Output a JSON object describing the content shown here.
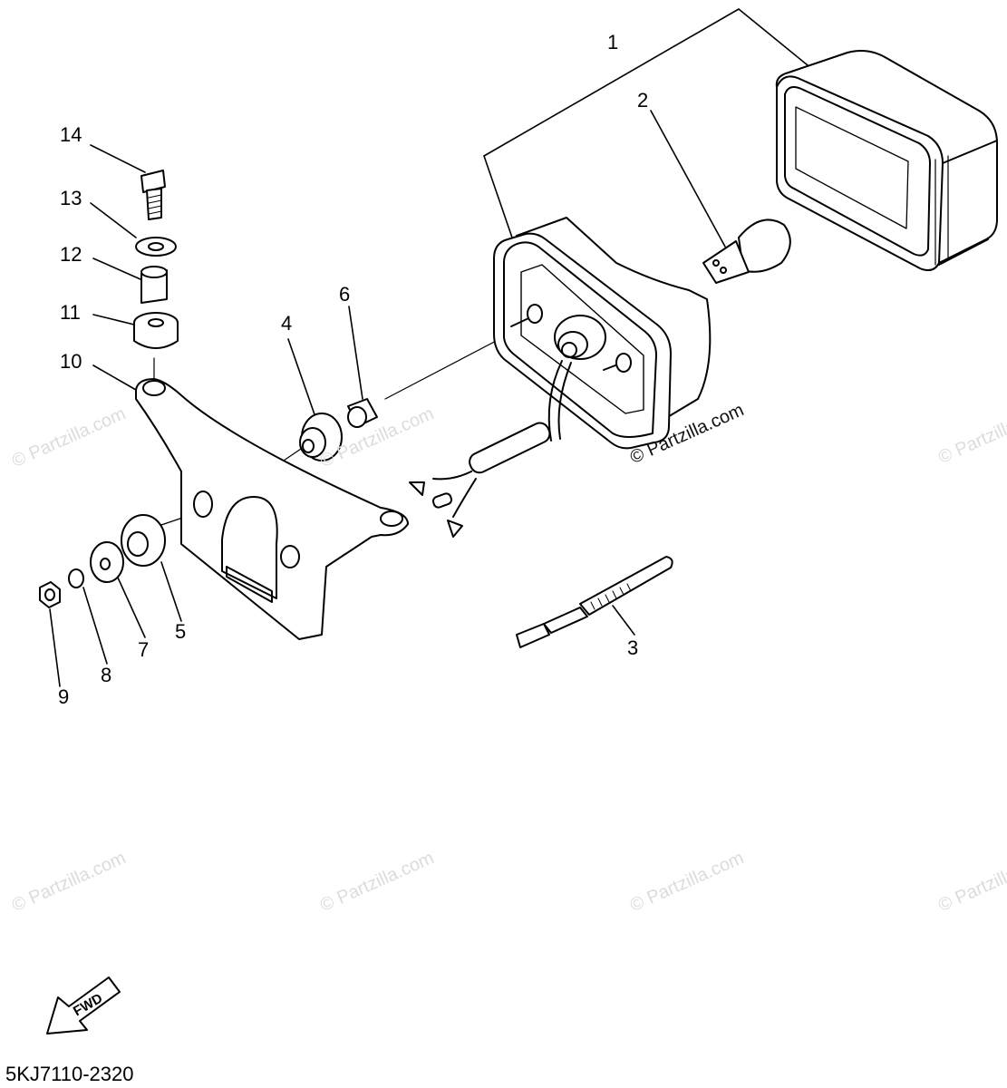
{
  "diagram": {
    "code": "5KJ7110-2320",
    "fwd_label": "FWD",
    "watermark": "© Partzilla.com",
    "callouts": [
      "1",
      "2",
      "3",
      "4",
      "5",
      "6",
      "7",
      "8",
      "9",
      "10",
      "11",
      "12",
      "13",
      "14"
    ]
  },
  "colors": {
    "line": "#000000",
    "watermark": "#dcdcdc"
  },
  "icons": {
    "fwd": "fwd-arrow-icon"
  }
}
